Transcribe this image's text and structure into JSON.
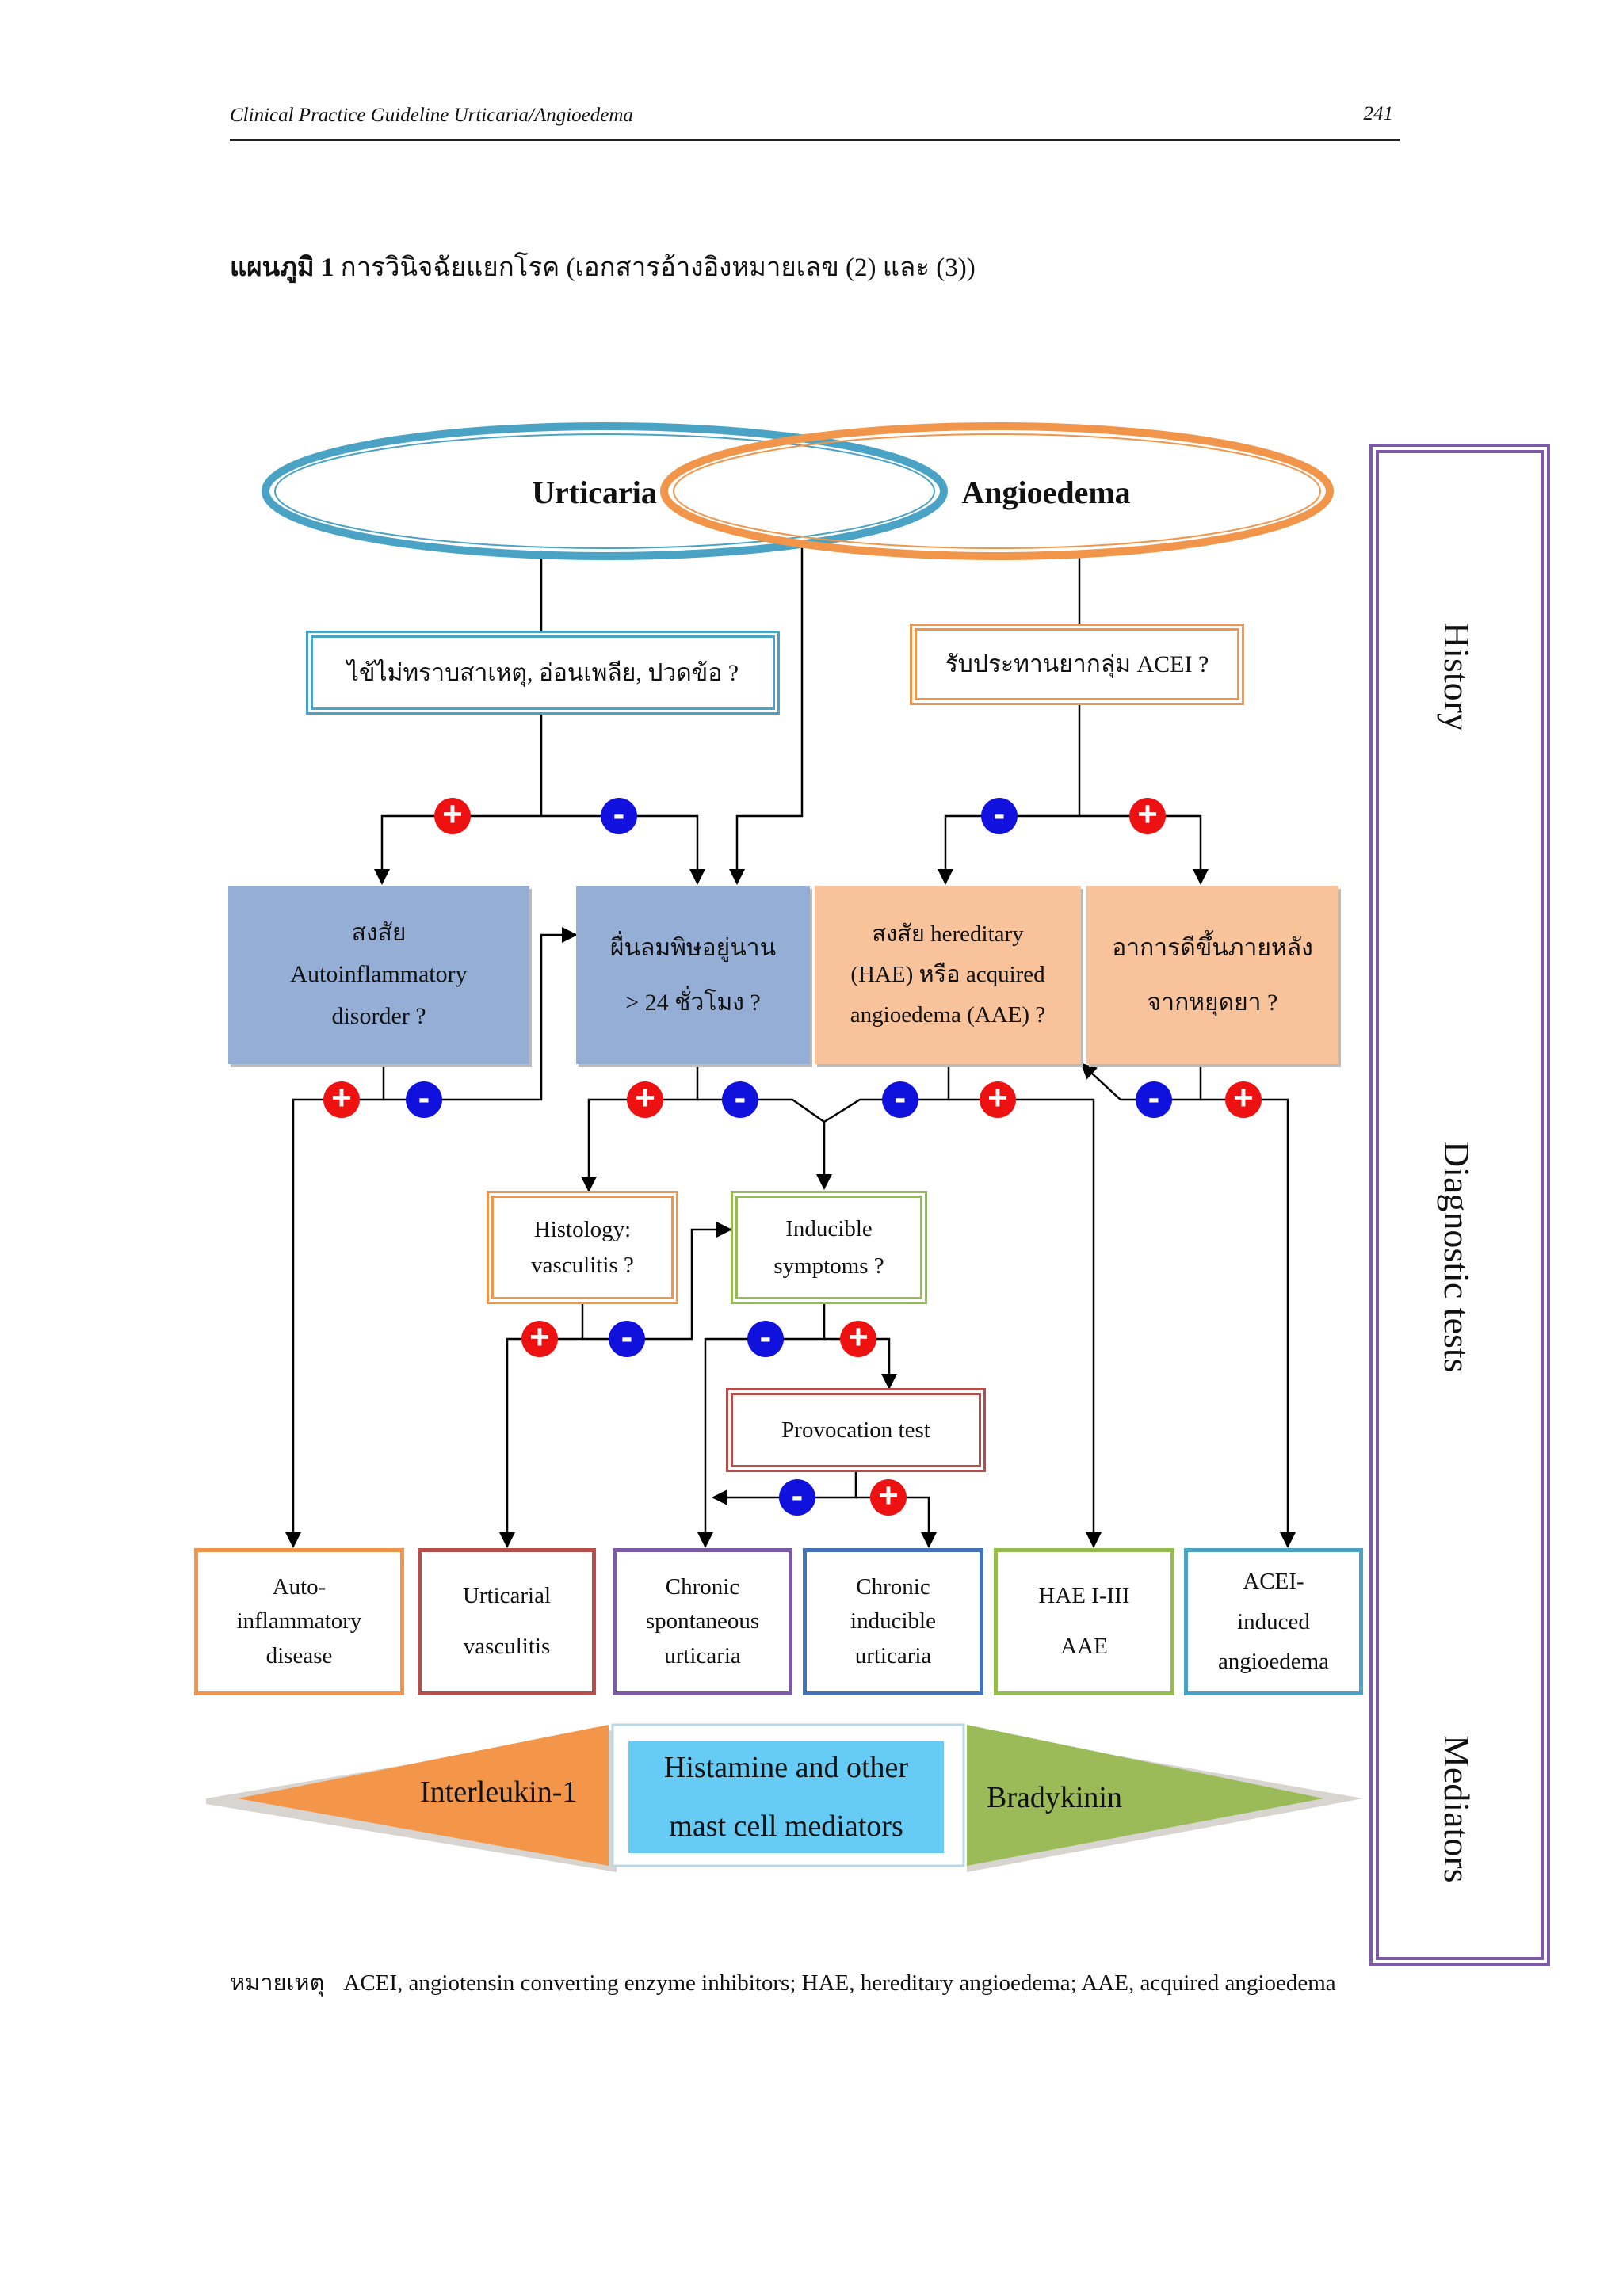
{
  "header": {
    "title": "Clinical Practice Guideline Urticaria/Angioedema",
    "page": "241"
  },
  "caption": {
    "label": "แผนภูมิ 1",
    "text": " การวินิจฉัยแยกโรค (เอกสารอ้างอิงหมายเลข (2) และ (3))"
  },
  "ovals": {
    "urticaria": "Urticaria",
    "angioedema": "Angioedema"
  },
  "questions": {
    "fever": "ไข้ไม่ทราบสาเหตุ, อ่อนเพลีย, ปวดข้อ ?",
    "acei": "รับประทานยากลุ่ม ACEI ?",
    "histology": [
      "Histology:",
      "vasculitis ?"
    ],
    "inducible": [
      "Inducible",
      "symptoms ?"
    ],
    "provocation": "Provocation test"
  },
  "middle": {
    "autoinflammatory": [
      "สงสัย",
      "Autoinflammatory",
      "disorder ?"
    ],
    "wheal": [
      "ผื่นลมพิษอยู่นาน",
      "> 24 ชั่วโมง ?"
    ],
    "hae": [
      "สงสัย hereditary",
      "(HAE) หรือ acquired",
      "angioedema (AAE) ?"
    ],
    "improve": [
      "อาการดีขึ้นภายหลัง",
      "จากหยุดยา ?"
    ]
  },
  "outcomes": {
    "auto": [
      "Auto-",
      "inflammatory",
      "disease"
    ],
    "vasculitis": [
      "Urticarial",
      "vasculitis"
    ],
    "csu": [
      "Chronic",
      "spontaneous",
      "urticaria"
    ],
    "cindu": [
      "Chronic",
      "inducible",
      "urticaria"
    ],
    "hae": [
      "HAE I-III",
      "AAE"
    ],
    "acei": [
      "ACEI-",
      "induced",
      "angioedema"
    ]
  },
  "mediators": {
    "left": "Interleukin-1",
    "center": [
      "Histamine and other",
      "mast cell mediators"
    ],
    "right": "Bradykinin"
  },
  "side_labels": {
    "history": "History",
    "tests": "Diagnostic tests",
    "mediators": "Mediators"
  },
  "signs": {
    "plus": "+",
    "minus": "-"
  },
  "colors": {
    "blue_outline": "#4aa3c4",
    "orange_outline": "#f0954a",
    "steel_fill": "#94aed6",
    "peach_fill": "#f8c29a",
    "green_outline": "#96bb4e",
    "red_outline": "#b54d4b",
    "purple_outline": "#7b5ba6",
    "navy_outline": "#4472b8",
    "mediator_orange": "#f3964a",
    "mediator_blue": "#66ccf5",
    "mediator_green": "#9bbb59",
    "plus_red": "#ee1111",
    "minus_blue": "#1111dd"
  },
  "note": {
    "label": "หมายเหตุ",
    "text": "ACEI, angiotensin converting enzyme inhibitors; HAE, hereditary angioedema; AAE, acquired angioedema"
  }
}
